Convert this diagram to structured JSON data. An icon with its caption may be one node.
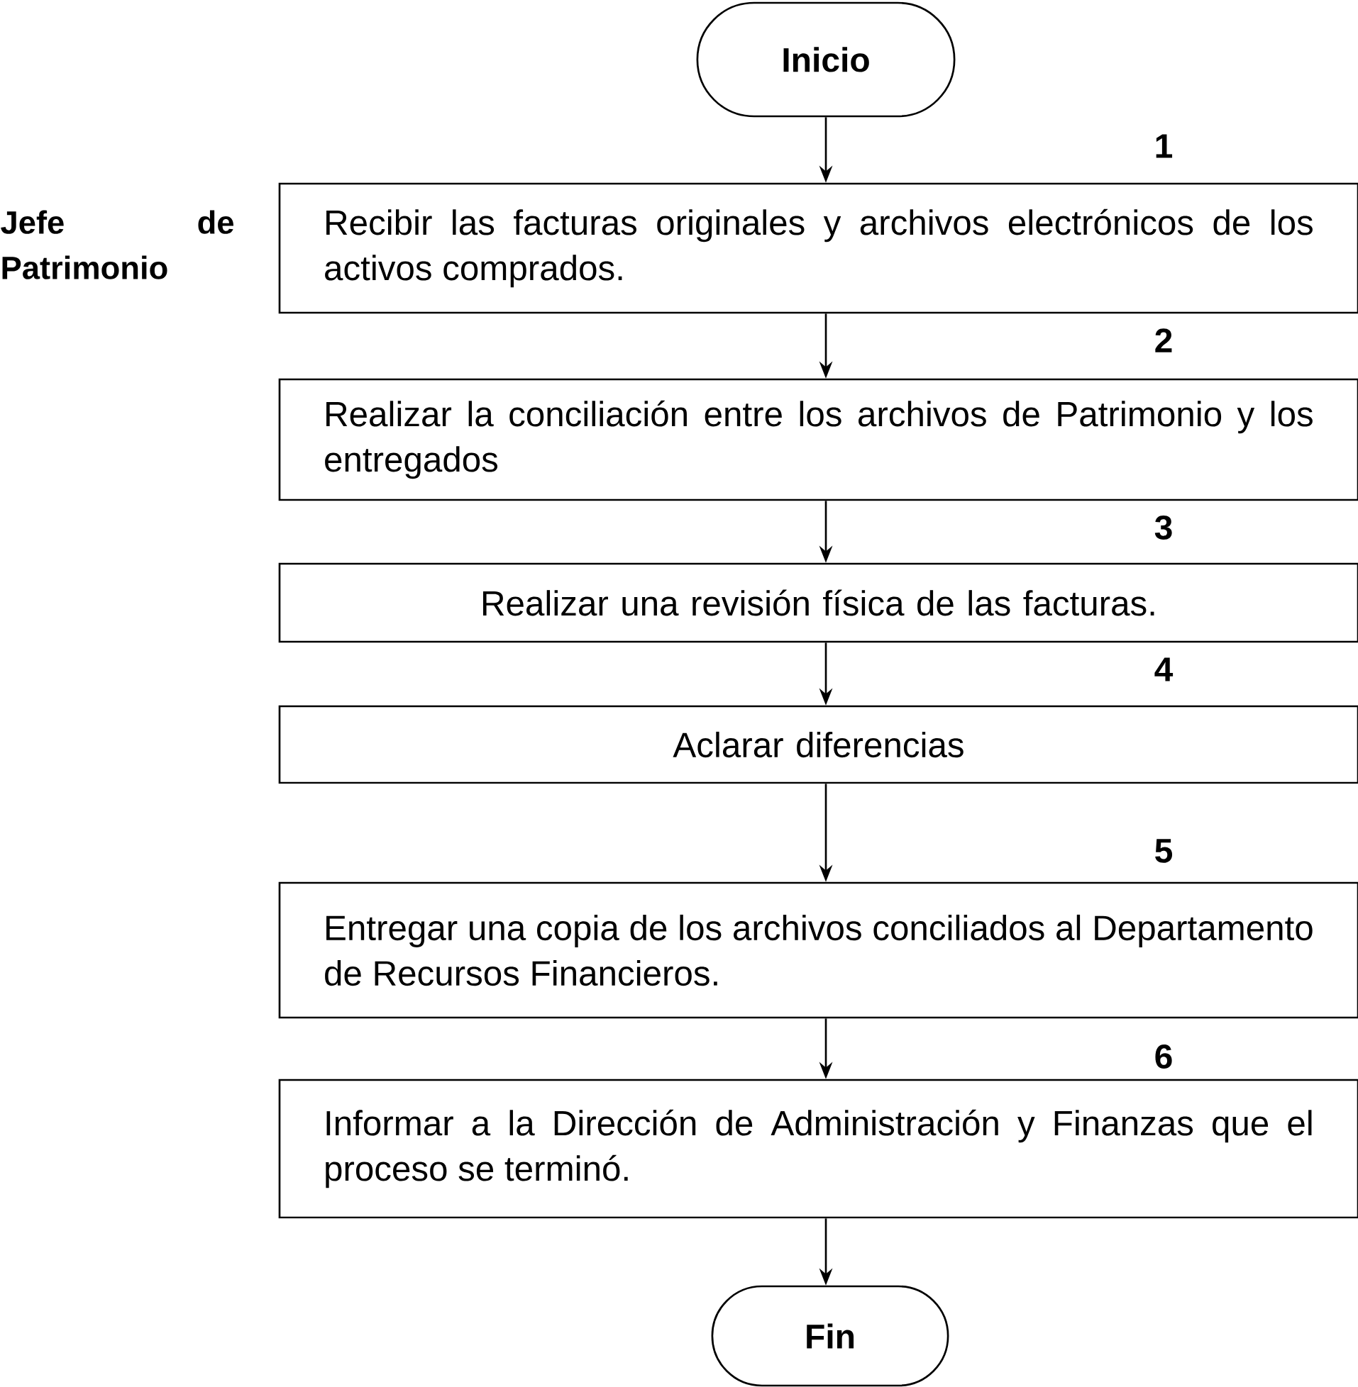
{
  "diagram": {
    "nodes": [
      {
        "text": [
          "Inicio"
        ]
      },
      {
        "text": [
          "Recibir las facturas originales y archivos electrónicos de los activos comprados."
        ],
        "beside": [
          "1"
        ]
      },
      {
        "text": [
          "Realizar la conciliación entre los archivos de Patrimonio y los entregados"
        ],
        "beside": [
          "2"
        ]
      },
      {
        "text": [
          "Realizar una revisión física de las facturas."
        ],
        "beside": [
          "3"
        ]
      },
      {
        "text": [
          "Aclarar diferencias"
        ],
        "beside": [
          "4"
        ]
      },
      {
        "text": [
          "Entregar una copia de los archivos conciliados al Departamento de Recursos Financieros."
        ],
        "beside": [
          "5"
        ]
      },
      {
        "text": [
          "Informar a la Dirección de Administración y Finanzas que el proceso se terminó."
        ],
        "beside": [
          "6"
        ]
      },
      {
        "text": [
          "Fin"
        ]
      }
    ],
    "edges": [
      {
        "from": 0,
        "to": 1,
        "arrow": "to"
      },
      {
        "from": 1,
        "to": 2,
        "arrow": "to"
      },
      {
        "from": 2,
        "to": 3,
        "arrow": "to"
      },
      {
        "from": 3,
        "to": 4,
        "arrow": "to"
      },
      {
        "from": 4,
        "to": 5,
        "arrow": "to"
      },
      {
        "from": 5,
        "to": 6,
        "arrow": "to"
      },
      {
        "from": 6,
        "to": 7,
        "arrow": "to"
      }
    ],
    "labels": [
      "Jefe de Patrimonio"
    ]
  }
}
